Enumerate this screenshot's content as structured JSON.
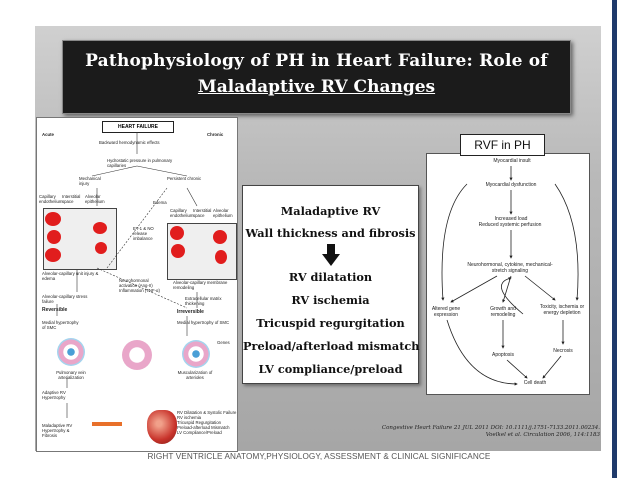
{
  "title": {
    "line1": "Pathophysiology of PH in Heart Failure: Role of",
    "line2": "Maladaptive RV Changes"
  },
  "center_box": {
    "lines": [
      "Maladaptive RV",
      "Wall thickness  and fibrosis",
      "RV dilatation",
      "RV ischemia",
      "Tricuspid regurgitation",
      "Preload/afterload mismatch",
      "LV compliance/preload"
    ]
  },
  "left_figure": {
    "header": "HEART FAILURE",
    "acute": "Acute",
    "chronic": "Chronic",
    "backward": "Backward hemodynamic effects",
    "hydrostatic": "Hydrostatic pressure in pulmonary capillaries",
    "mechanical_injury": "Mechanical injury",
    "persistent": "Persistent chronic",
    "capillary_endothelium": "Capillary endothelium",
    "interstitial_space": "Interstitial space",
    "alveolar_epithelium": "Alveolar epithelium",
    "edema": "Edema",
    "et_no": "ET-1 & NO release imbalance",
    "capillary_endothelium2": "Capillary endothelium",
    "interstitial_space2": "Interstitial space",
    "alveolar_epithelium2": "Alveolar epithelium",
    "alveolar_injury": "Alveolar-capillary unit injury & edema",
    "neurohormonal": "Neurohormonal activation (Ang-II) Inflammation (TNF-α)",
    "membrane_remodeling": "Alveolar-capillary membrane remodeling",
    "stress_failure": "Alveolar-capillary stress failure",
    "extracellular": "Extracellular matrix thickening",
    "reversible": "Reversible",
    "irreversible": "Irreversible",
    "medial_hypertrophy": "Medial hypertrophy of SMC",
    "medial_hypertrophy2": "Medial hypertrophy of SMC",
    "pulmonary_vein": "Pulmonary vein arterialization",
    "muscularization": "Muscularization of arterioles",
    "genes": "Genes",
    "adaptive_rv": "Adaptive RV Hypertrophy",
    "maladaptive_rv": "Maladaptive RV Hypertrophy & Fibrosis",
    "rv_dilatation": "RV Dilatation & Systolic Failure",
    "rv_ischemia": "RV ischemia",
    "tricuspid": "Tricuspid Regurgitation",
    "preload": "Preload-afterload Mismatch",
    "lv_compliance": "LV Compliance/Preload"
  },
  "right_figure": {
    "label": "RVF in PH",
    "myocardial_insult": "Myocardial insult",
    "myocardial_dysfunction": "Myocardial dysfunction",
    "increased_load": "Increased load",
    "reduced_perfusion": "Reduced systemic perfusion",
    "neurohormonal": "Neurohormonal, cytokine, mechanical-stretch signaling",
    "altered_gene": "Altered gene expression",
    "growth": "Growth and remodeling",
    "toxicity": "Toxicity, ischemia or energy depletion",
    "apoptosis": "Apoptosis",
    "necrosis": "Necrosis",
    "cell_death": "Cell death"
  },
  "citation": {
    "line1": "Congestive Heart Failure  21 JUL 2011 DOI: 10.1111/j.1751-7133.2011.00234.",
    "line2": "Voelkel et al. Circulation 2006, 114:1183"
  },
  "footer": "RIGHT VENTRICLE  ANATOMY,PHYSIOLOGY, ASSESSMENT & CLINICAL SIGNIFICANCE",
  "colors": {
    "slide_bg": "#b9b9b9",
    "title_bg": "#1b1b1b",
    "title_text": "#ffffff",
    "right_bar": "#1f3a6b",
    "red_cells": "#e11d1d"
  }
}
